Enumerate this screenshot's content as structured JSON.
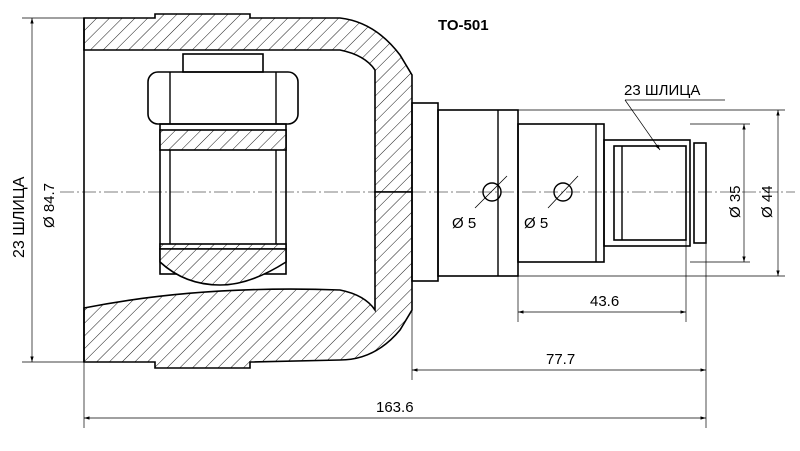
{
  "title": "TO-501",
  "labels": {
    "spline_outer": "23 ШЛИЦА",
    "spline_inner": "23 ШЛИЦА",
    "dia_outer": "Ø 84.7",
    "dia_35": "Ø 35",
    "dia_44": "Ø 44",
    "hole_1": "Ø 5",
    "hole_2": "Ø 5",
    "len_43_6": "43.6",
    "len_77_7": "77.7",
    "len_163_6": "163.6"
  }
}
